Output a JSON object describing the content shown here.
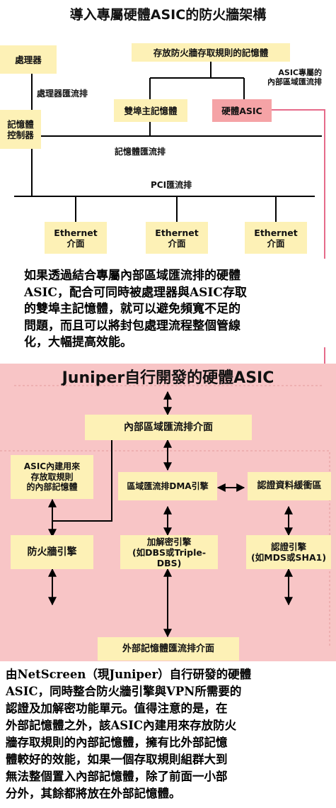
{
  "top": {
    "title": "導入專屬硬體ASIC的防火牆架構",
    "boxes": {
      "processor": "處理器",
      "mem_controller": "記憶體\n控制器",
      "rules_memory": "存放防火牆存取規則的記憶體",
      "dual_port": "雙埠主記憶體",
      "asic": "硬體ASIC",
      "eth1": "Ethernet\n介面",
      "eth2": "Ethernet\n介面",
      "eth3": "Ethernet\n介面"
    },
    "labels": {
      "cpu_bus": "處理器匯流排",
      "asic_bus": "ASIC專屬的\n內部區域匯流排",
      "mem_bus": "記憶體匯流排",
      "pci_bus": "PCI匯流排"
    },
    "paragraph": "如果透過結合專屬內部區域匯流排的硬體\nASIC，配合可同時被處理器與ASIC存取\n的雙埠主記憶體，就可以避免頻寬不足的\n問題，而且可以將封包處理流程整個管線\n化，大幅提高效能。"
  },
  "bottom": {
    "title": "Juniper自行開發的硬體ASIC",
    "boxes": {
      "internal_bus": "內部區域匯流排介面",
      "internal_mem": "ASIC內建用來\n存放取規則\n的內部記憶體",
      "dma": "區域匯流排DMA引擎",
      "auth_buffer": "認證資料緩衝區",
      "firewall": "防火牆引擎",
      "crypto": "加解密引擎\n(如DBS或Triple-DBS)",
      "auth": "認證引擎\n(如MDS或SHA1)",
      "external_bus": "外部記憶體匯流排介面"
    },
    "paragraph": "由NetScreen（現Juniper）自行研發的硬體\nASIC，同時整合防火牆引擎與VPN所需要的\n認證及加解密功能單元。值得注意的是，在\n外部記憶體之外，該ASIC內建用來存放防火\n牆存取規則的內部記憶體，擁有比外部記憶\n體較好的效能，如果一個存取規則組群大到\n無法整個置入內部記憶體，除了前面一小部\n分外，其餘都將放在外部記憶體。"
  },
  "colors": {
    "box_fill": "#fdf1b6",
    "asic_fill": "#f5a3a6",
    "pink_panel": "#f8c5c6",
    "connector_pink": "#e66b8a",
    "line": "#000000"
  }
}
